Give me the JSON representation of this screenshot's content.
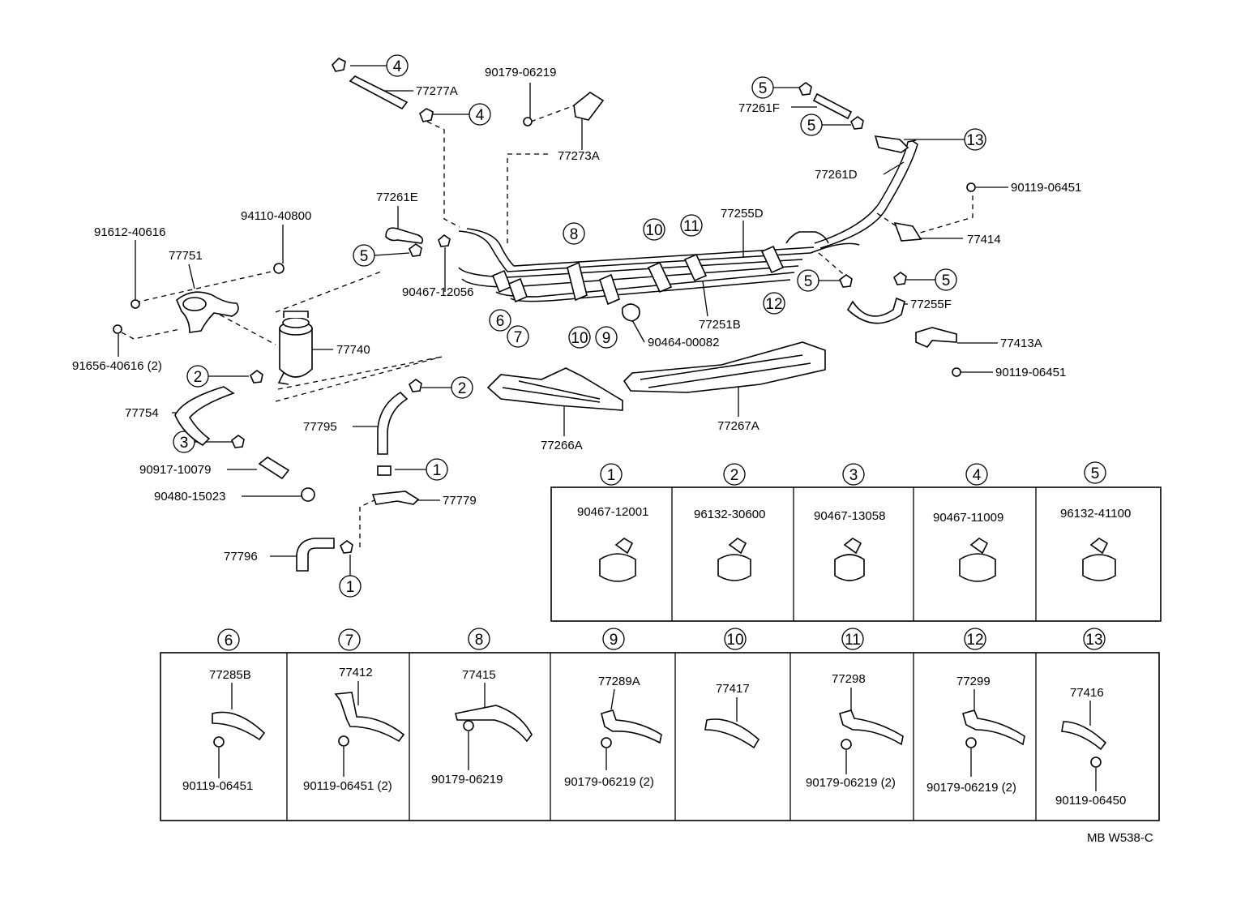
{
  "callouts": {
    "c1a": "1",
    "c1b": "1",
    "c2a": "2",
    "c2b": "2",
    "c3": "3",
    "c4a": "4",
    "c4b": "4",
    "c5a": "5",
    "c5b": "5",
    "c5c": "5",
    "c5d": "5",
    "c5e": "5",
    "c6": "6",
    "c7": "7",
    "c8": "8",
    "c9": "9",
    "c10a": "10",
    "c10b": "10",
    "c11": "11",
    "c12": "12",
    "c13": "13"
  },
  "labels": {
    "p77277A": "77277A",
    "p90179_top": "90179-06219",
    "p77273A": "77273A",
    "p77261F": "77261F",
    "p77261D": "77261D",
    "p90119_06451_a": "90119-06451",
    "p77414": "77414",
    "p77255D": "77255D",
    "p77261E": "77261E",
    "p94110": "94110-40800",
    "p91612": "91612-40616",
    "p77751": "77751",
    "p90467_12056": "90467-12056",
    "p91656": "91656-40616 (2)",
    "p77740": "77740",
    "p77251B": "77251B",
    "p90464": "90464-00082",
    "p77255F": "77255F",
    "p77413A": "77413A",
    "p90119_06451_b": "90119-06451",
    "p77754": "77754",
    "p77795": "77795",
    "p77266A": "77266A",
    "p77267A": "77267A",
    "p90917": "90917-10079",
    "p90480": "90480-15023",
    "p77779": "77779",
    "p77796": "77796",
    "diagram_code": "MB W538-C"
  },
  "clamp_table": [
    {
      "num": "1",
      "part": "90467-12001"
    },
    {
      "num": "2",
      "part": "96132-30600"
    },
    {
      "num": "3",
      "part": "90467-13058"
    },
    {
      "num": "4",
      "part": "90467-11009"
    },
    {
      "num": "5",
      "part": "96132-41100"
    }
  ],
  "bracket_table": [
    {
      "num": "6",
      "part": "77285B",
      "bolt": "90119-06451"
    },
    {
      "num": "7",
      "part": "77412",
      "bolt": "90119-06451 (2)"
    },
    {
      "num": "8",
      "part": "77415",
      "bolt": "90179-06219"
    },
    {
      "num": "9",
      "part": "77289A",
      "bolt": "90179-06219 (2)"
    },
    {
      "num": "10",
      "part": "77417",
      "bolt": ""
    },
    {
      "num": "11",
      "part": "77298",
      "bolt": "90179-06219 (2)"
    },
    {
      "num": "12",
      "part": "77299",
      "bolt": "90179-06219 (2)"
    },
    {
      "num": "13",
      "part": "77416",
      "bolt": "90119-06450"
    }
  ]
}
